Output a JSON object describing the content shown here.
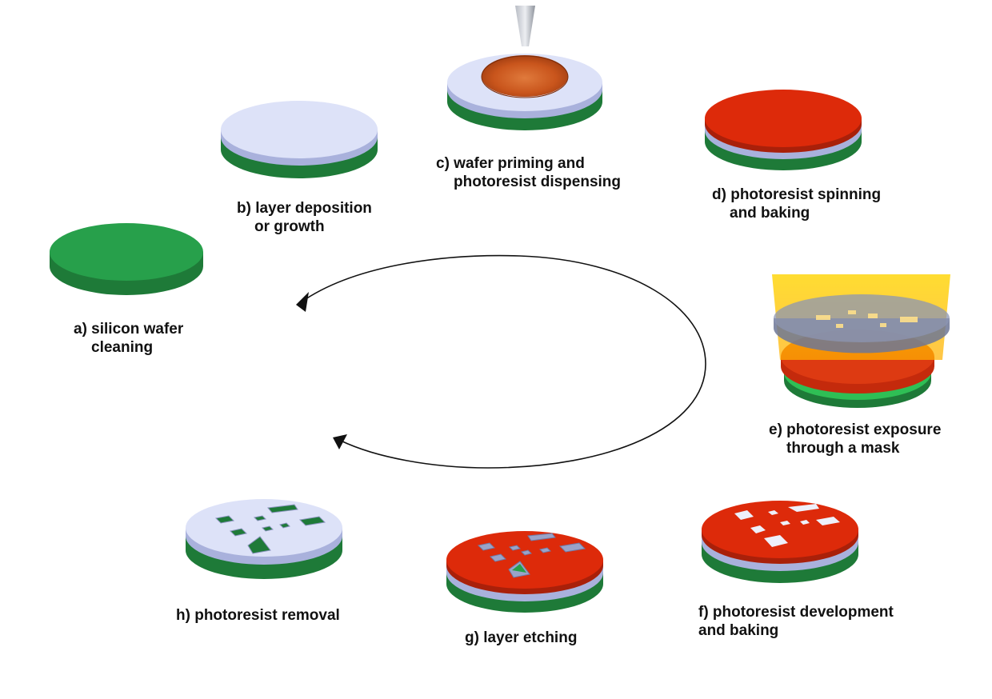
{
  "steps": [
    {
      "id": "a",
      "line1": "a) silicon wafer",
      "line2": "cleaning"
    },
    {
      "id": "b",
      "line1": "b) layer deposition",
      "line2": "or growth"
    },
    {
      "id": "c",
      "line1": "c) wafer priming and",
      "line2": "photoresist dispensing"
    },
    {
      "id": "d",
      "line1": "d) photoresist spinning",
      "line2": "and baking"
    },
    {
      "id": "e",
      "line1": "e) photoresist exposure",
      "line2": "through a mask"
    },
    {
      "id": "f",
      "line1": "f) photoresist development",
      "line2": "and baking"
    },
    {
      "id": "g",
      "line1": "g) layer etching",
      "line2": ""
    },
    {
      "id": "h",
      "line1": "h) photoresist removal",
      "line2": ""
    }
  ],
  "colors": {
    "silicon_top": "#27a04b",
    "silicon_side": "#1e7a38",
    "layer_top": "#dde2f8",
    "layer_side": "#a9b1dc",
    "resist_top": "#dd2a0a",
    "resist_side": "#a9200a",
    "light": "#ffc200",
    "mask": "#7f8aa8",
    "arrow": "#111111"
  }
}
